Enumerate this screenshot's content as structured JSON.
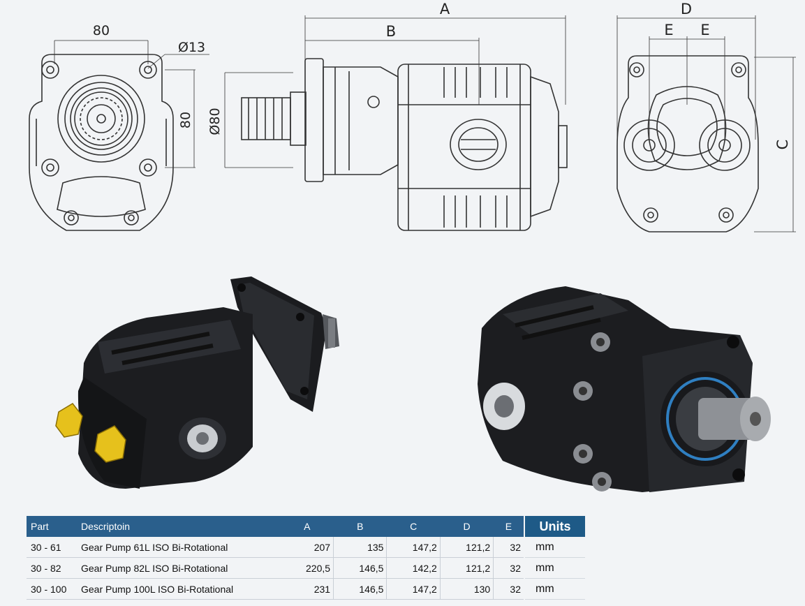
{
  "dimensions": {
    "left_view": {
      "width": "80",
      "hole": "Ø13",
      "height": "80"
    },
    "side_view": {
      "a": "A",
      "b": "B",
      "diameter": "Ø80"
    },
    "rear_view": {
      "d": "D",
      "e1": "E",
      "e2": "E",
      "c": "C"
    }
  },
  "table": {
    "headers": {
      "part": "Part",
      "description": "Descriptoin",
      "a": "A",
      "b": "B",
      "c": "C",
      "d": "D",
      "e": "E"
    },
    "rows": [
      {
        "part": "30 - 61",
        "description": "Gear Pump 61L ISO Bi-Rotational",
        "a": "207",
        "b": "135",
        "c": "147,2",
        "d": "121,2",
        "e": "32"
      },
      {
        "part": "30 - 82",
        "description": "Gear Pump 82L ISO Bi-Rotational",
        "a": "220,5",
        "b": "146,5",
        "c": "142,2",
        "d": "121,2",
        "e": "32"
      },
      {
        "part": "30 - 100",
        "description": "Gear Pump 100L ISO Bi-Rotational",
        "a": "231",
        "b": "146,5",
        "c": "147,2",
        "d": "130",
        "e": "32"
      }
    ]
  },
  "units": {
    "title": "Units",
    "values": [
      "mm",
      "mm",
      "mm"
    ]
  },
  "colors": {
    "header": "#2a5f8c",
    "units_header": "#1e5a87",
    "fitting": "#e8c21a"
  }
}
